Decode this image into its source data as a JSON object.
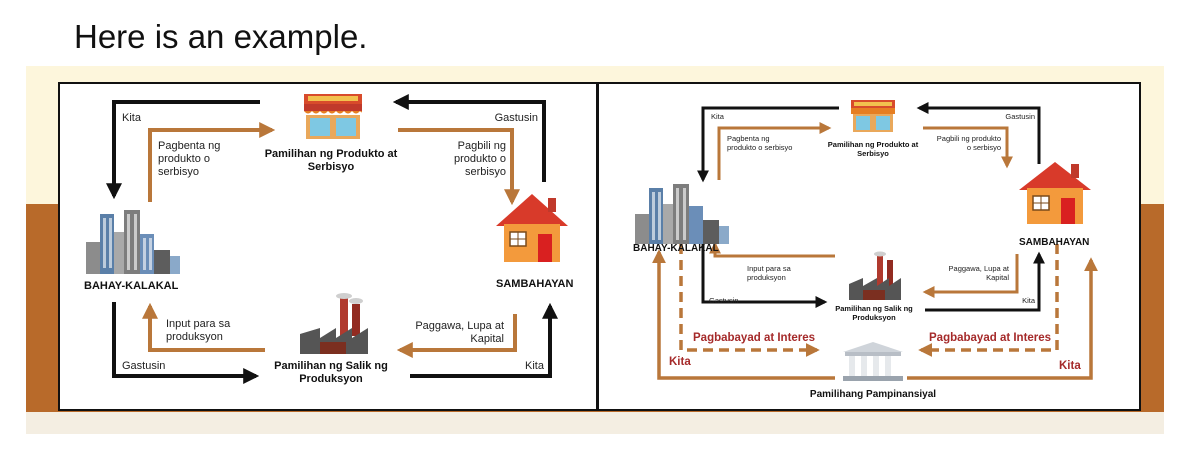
{
  "heading": "Here is an example.",
  "left_diagram": {
    "nodes": {
      "market": "Pamilihan ng Produkto at Serbisyo",
      "household": "SAMBAHAYAN",
      "business": "BAHAY-KALAKAL",
      "factor_market": "Pamilihan ng Salik ng Produksyon"
    },
    "flows": {
      "kita_top": "Kita",
      "gastusin_top": "Gastusin",
      "pagbenta": "Pagbenta ng produkto o serbisyo",
      "pagbili": "Pagbili ng produkto o serbisyo",
      "input": "Input para sa produksyon",
      "paggawa": "Paggawa, Lupa at Kapital",
      "gastusin_bottom": "Gastusin",
      "kita_bottom": "Kita"
    }
  },
  "right_diagram": {
    "nodes": {
      "market": "Pamilihan ng Produkto at Serbisyo",
      "household": "SAMBAHAYAN",
      "business": "BAHAY-KALAKAL",
      "factor_market": "Pamilihan ng Salik ng Produksyon",
      "financial_market": "Pamilihang Pampinansiyal"
    },
    "flows": {
      "kita_top": "Kita",
      "gastusin_top": "Gastusin",
      "pagbenta": "Pagbenta ng produkto o serbisyo",
      "pagbili": "Pagbili ng produkto o serbisyo",
      "input": "Input para sa produksyon",
      "paggawa": "Paggawa, Lupa at Kapital",
      "gastusin_mid": "Gastusin",
      "kita_mid": "Kita",
      "interes_left": "Pagbabayad at Interes",
      "interes_right": "Pagbabayad at Interes",
      "kita_left": "Kita",
      "kita_right": "Kita"
    }
  },
  "colors": {
    "arrow_black": "#111111",
    "arrow_brown": "#b9773a",
    "house_orange": "#f39a3c",
    "house_roof": "#d83a2a",
    "text_red": "#a52a2a",
    "ground_brown": "#b86a2a"
  },
  "icons": [
    "store-icon",
    "house-icon",
    "city-buildings-icon",
    "factory-icon",
    "bank-icon"
  ]
}
